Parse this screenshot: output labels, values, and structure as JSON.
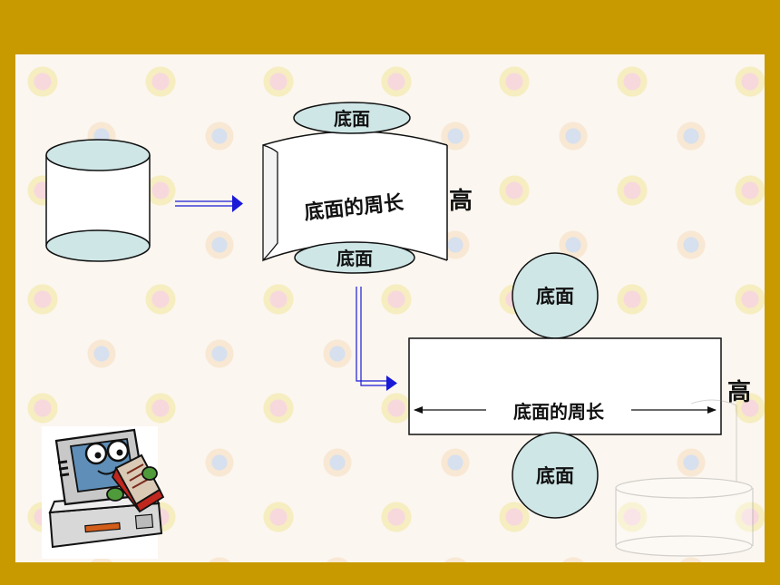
{
  "colors": {
    "frame": "#c99a00",
    "face": "#cfe6e6",
    "arrow": "#1a1ad6"
  },
  "labels": {
    "top_base_label": "底面",
    "curved_side_label": "底面的周长",
    "cylinder_height_label": "高",
    "bottom_base_label": "底面",
    "net_top_circle_label": "底面",
    "net_rect_width_label": "底面的周长",
    "net_height_label": "高",
    "net_bottom_circle_label": "底面"
  },
  "icons": [
    "cartoon-computer-reading-book-icon"
  ]
}
